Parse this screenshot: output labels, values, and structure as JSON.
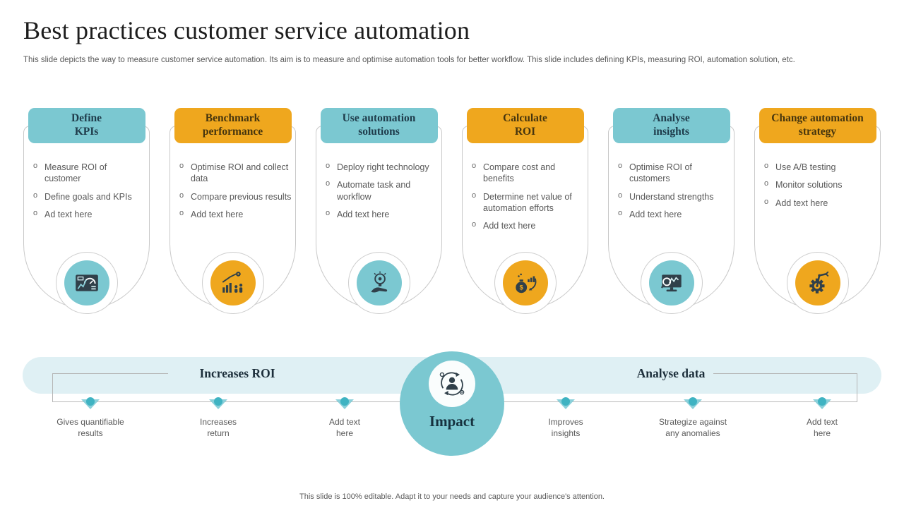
{
  "slide": {
    "title": "Best practices customer service automation",
    "subtitle": "This slide depicts the way to measure customer service automation. Its aim is to measure and optimise automation tools for better workflow. This slide includes defining KPIs, measuring ROI, automation solution, etc.",
    "footer": "This slide is 100% editable. Adapt it to your needs and capture your audience's attention."
  },
  "cards": [
    {
      "title": "Define\nKPIs",
      "theme": "teal",
      "icon": "kpi-dashboard-icon",
      "bullets": [
        "Measure ROI of customer",
        "Define goals and KPIs",
        "Ad text here"
      ]
    },
    {
      "title": "Benchmark\nperformance",
      "theme": "orange",
      "icon": "growth-analysis-icon",
      "bullets": [
        "Optimise ROI and collect data",
        "Compare previous results",
        "Add text here"
      ]
    },
    {
      "title": "Use automation\nsolutions",
      "theme": "teal",
      "icon": "idea-bulb-hand-icon",
      "bullets": [
        "Deploy right technology",
        "Automate task and workflow",
        "Add text here"
      ]
    },
    {
      "title": "Calculate\nROI",
      "theme": "orange",
      "icon": "money-return-icon",
      "bullets": [
        "Compare cost and benefits",
        "Determine net value of automation efforts",
        "Add text here"
      ]
    },
    {
      "title": "Analyse\ninsights",
      "theme": "teal",
      "icon": "monitor-search-icon",
      "bullets": [
        "Optimise ROI of customers",
        "Understand strengths",
        "Add text here"
      ]
    },
    {
      "title": "Change automation\nstrategy",
      "theme": "orange",
      "icon": "robotic-gear-icon",
      "bullets": [
        "Use A/B testing",
        "Monitor solutions",
        "Add text here"
      ]
    }
  ],
  "impact": {
    "label": "Impact",
    "icon": "impact-person-cycle-icon"
  },
  "timeline": {
    "left_heading": "Increases ROI",
    "right_heading": "Analyse data",
    "milestones": [
      {
        "label": "Gives quantifiable\nresults"
      },
      {
        "label": "Increases\nreturn"
      },
      {
        "label": "Add text\nhere"
      },
      {
        "label": "Improves\ninsights"
      },
      {
        "label": "Strategize against\nany anomalies"
      },
      {
        "label": "Add text\nhere"
      }
    ]
  },
  "colors": {
    "teal": "#7bc8d1",
    "orange": "#efa71e",
    "band": "#dff0f4",
    "teal_light": "#8ad0da",
    "teal_deep": "#3fb3c2",
    "dark_navy": "#1e3b4a",
    "body_gray": "#595959",
    "border_gray": "#c9c9c9"
  }
}
